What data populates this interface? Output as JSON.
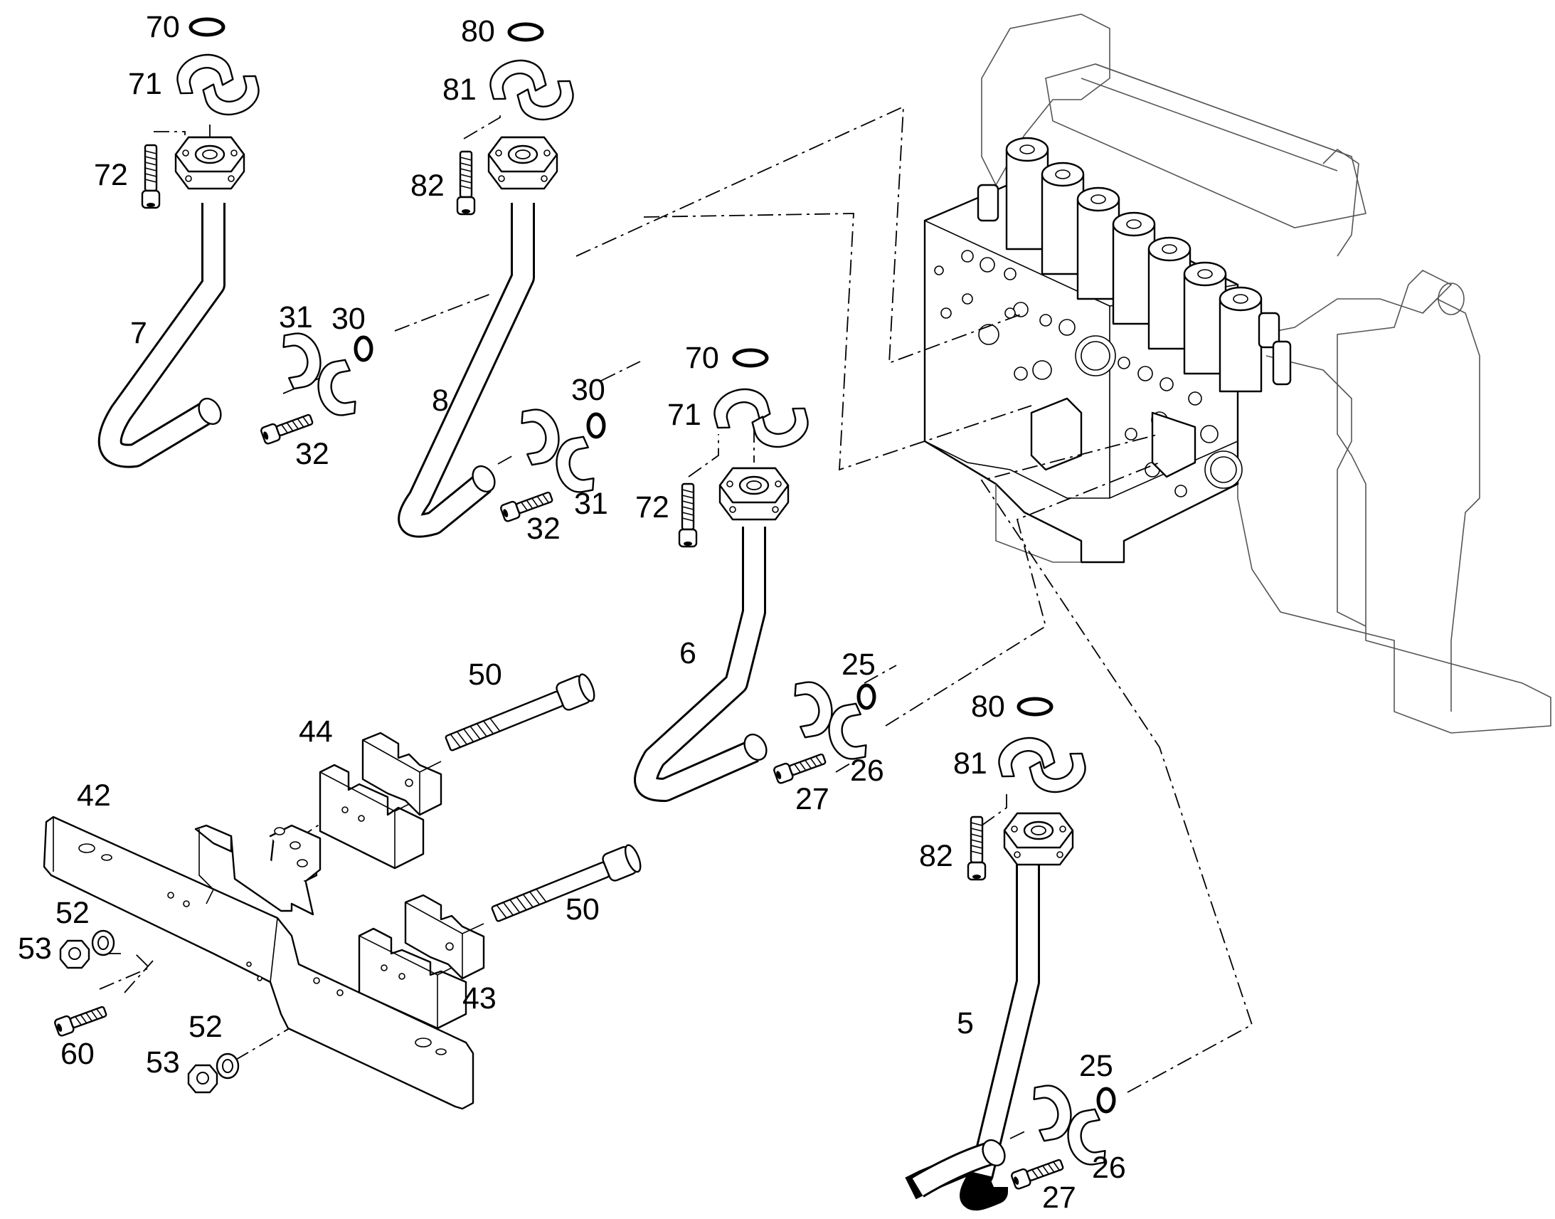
{
  "callouts": {
    "c70a": "70",
    "c71a": "71",
    "c72a": "72",
    "c7": "7",
    "c31a": "31",
    "c30a": "30",
    "c32a": "32",
    "c80a": "80",
    "c81a": "81",
    "c82a": "82",
    "c8": "8",
    "c30b": "30",
    "c31b": "31",
    "c32b": "32",
    "c70b": "70",
    "c71b": "71",
    "c72b": "72",
    "c6": "6",
    "c25a": "25",
    "c26a": "26",
    "c27a": "27",
    "c50a": "50",
    "c44": "44",
    "c42": "42",
    "c50b": "50",
    "c43": "43",
    "c52a": "52",
    "c53a": "53",
    "c60": "60",
    "c52b": "52",
    "c53b": "53",
    "c80b": "80",
    "c81b": "81",
    "c82b": "82",
    "c5": "5",
    "c25b": "25",
    "c26b": "26",
    "c27b": "27"
  }
}
